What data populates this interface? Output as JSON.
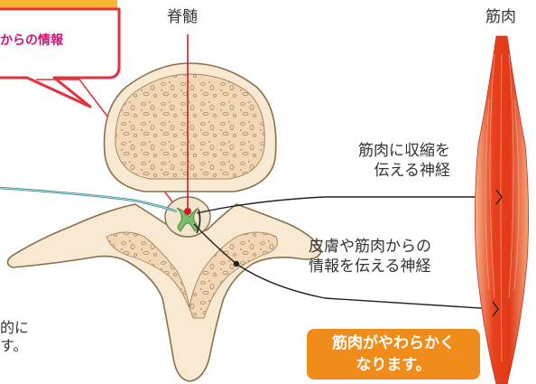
{
  "labels": {
    "spinal_cord": "脊髄",
    "muscle": "筋肉",
    "motor_nerve": [
      "筋肉に収縮を",
      "伝える神経"
    ],
    "sensory_nerve": [
      "皮膚や筋肉からの",
      "情報を伝える神経"
    ],
    "bubble": "からの情報",
    "left_text": [
      "的に",
      "す。"
    ]
  },
  "result_box": [
    "筋肉がやわらかく",
    "なります。"
  ],
  "colors": {
    "bubble_border": "#e3313e",
    "bubble_fill": "#ffffff",
    "bubble_top_band": "#f7b733",
    "bubble_text": "#d2127a",
    "bone_fill": "#f1d7b5",
    "bone_outline": "#8b6f4a",
    "spinal_dot": "#d11a2a",
    "nerve_blue": "#3a8c95",
    "nerve_dark": "#222222",
    "muscle_red": "#e8401c",
    "result_box": "#f08c1a"
  }
}
